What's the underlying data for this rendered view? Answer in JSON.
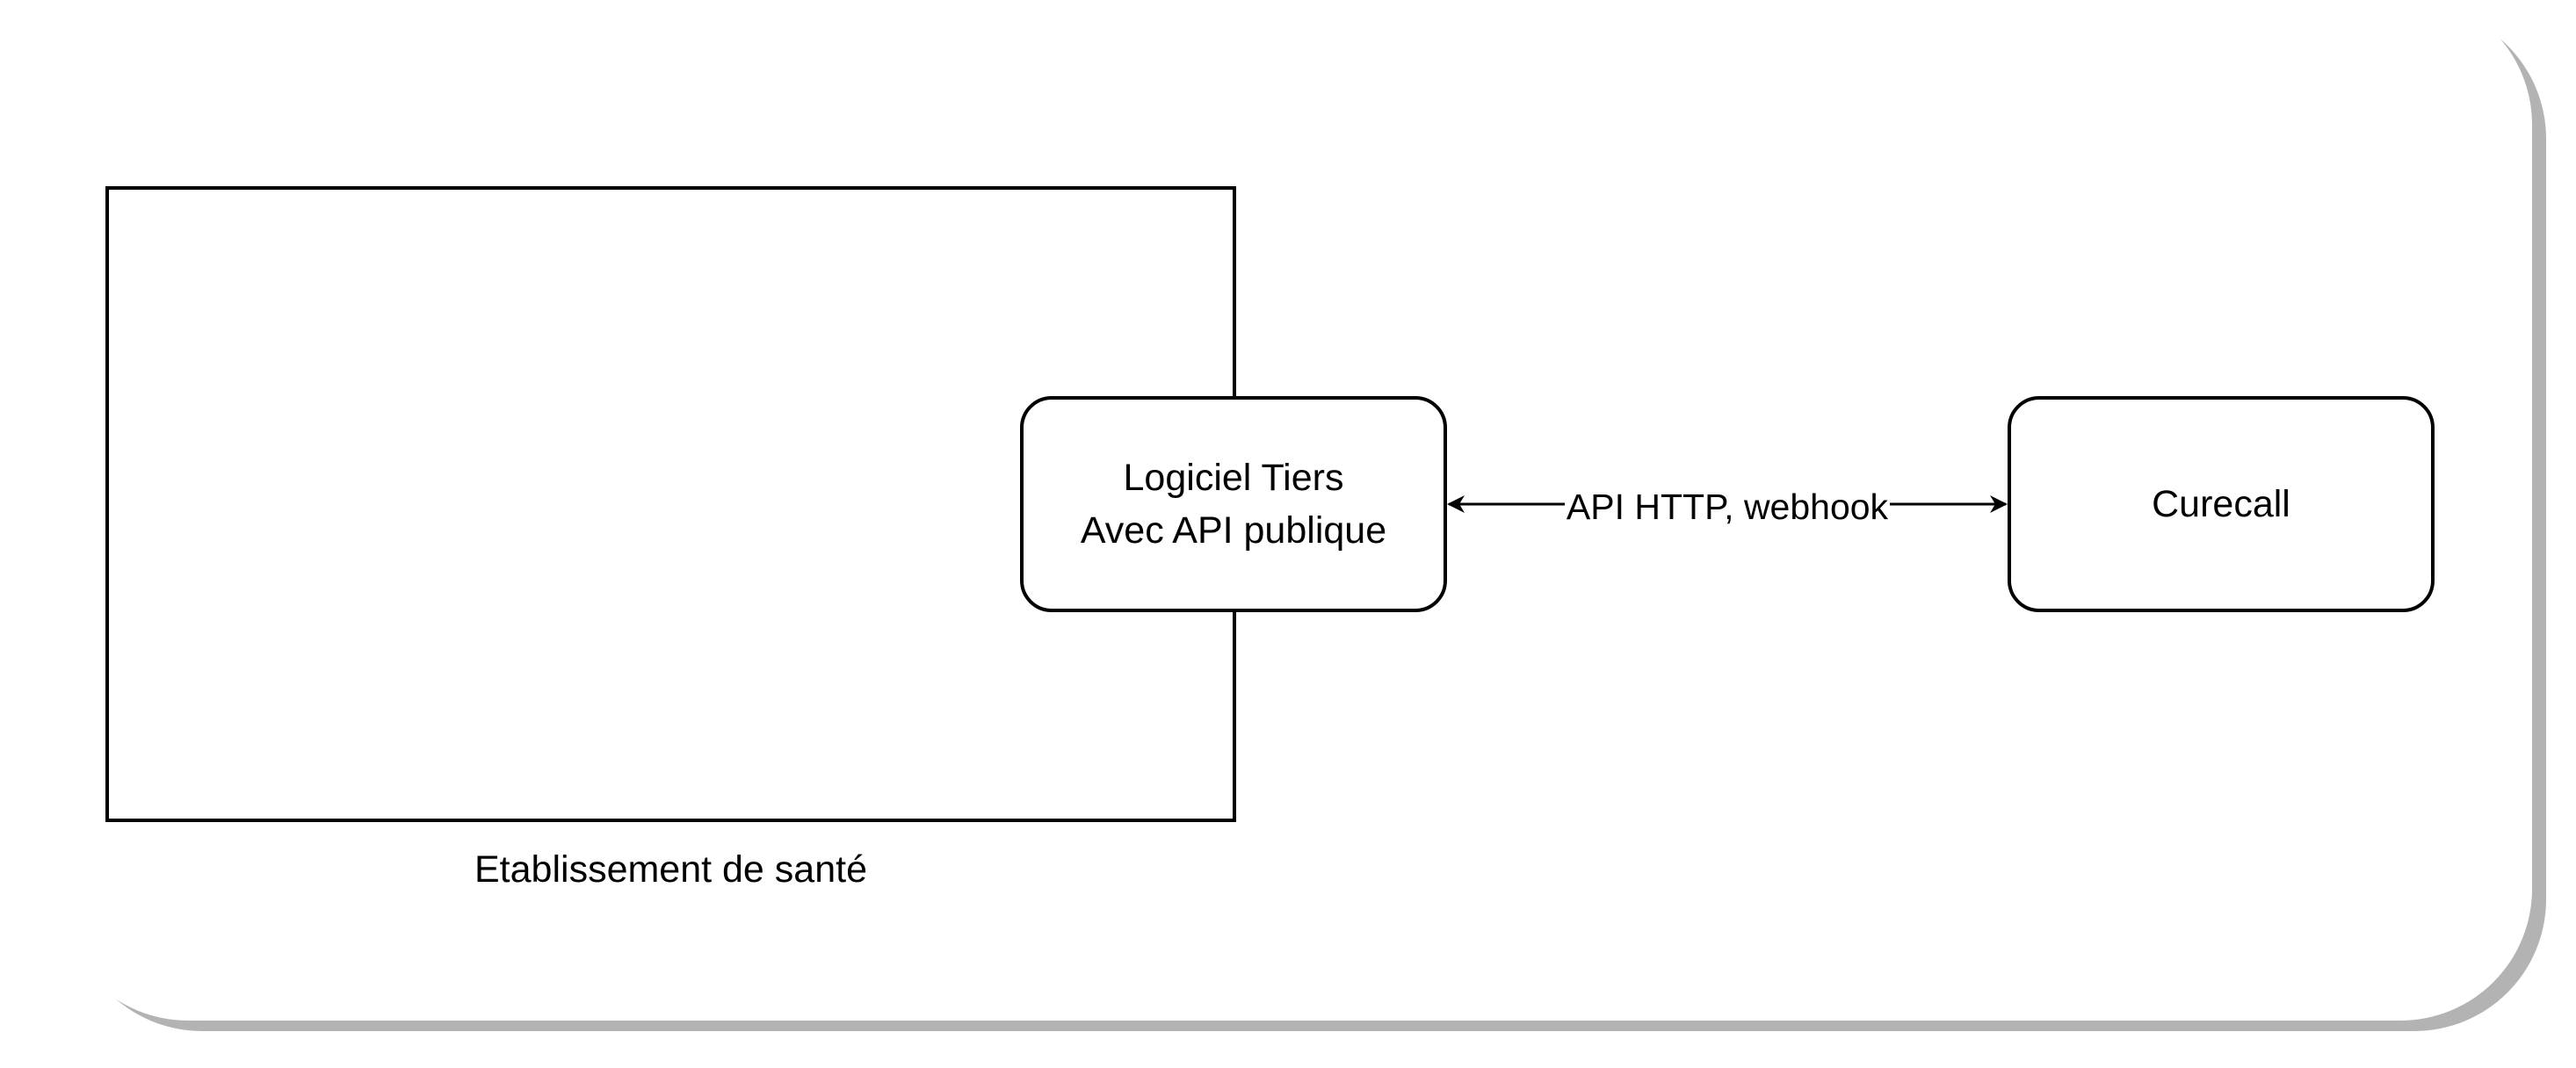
{
  "diagram": {
    "container": {
      "label": "Etablissement de santé"
    },
    "nodes": [
      {
        "id": "logiciel-tiers",
        "lines": [
          "Logiciel Tiers",
          "Avec API publique"
        ]
      },
      {
        "id": "curecall",
        "lines": [
          "Curecall"
        ]
      }
    ],
    "edges": [
      {
        "from": "logiciel-tiers",
        "to": "curecall",
        "direction": "both",
        "label": "API HTTP, webhook"
      }
    ]
  },
  "colors": {
    "background": "#ffffff",
    "stroke": "#000000",
    "shadow": "#b3b3b3"
  }
}
